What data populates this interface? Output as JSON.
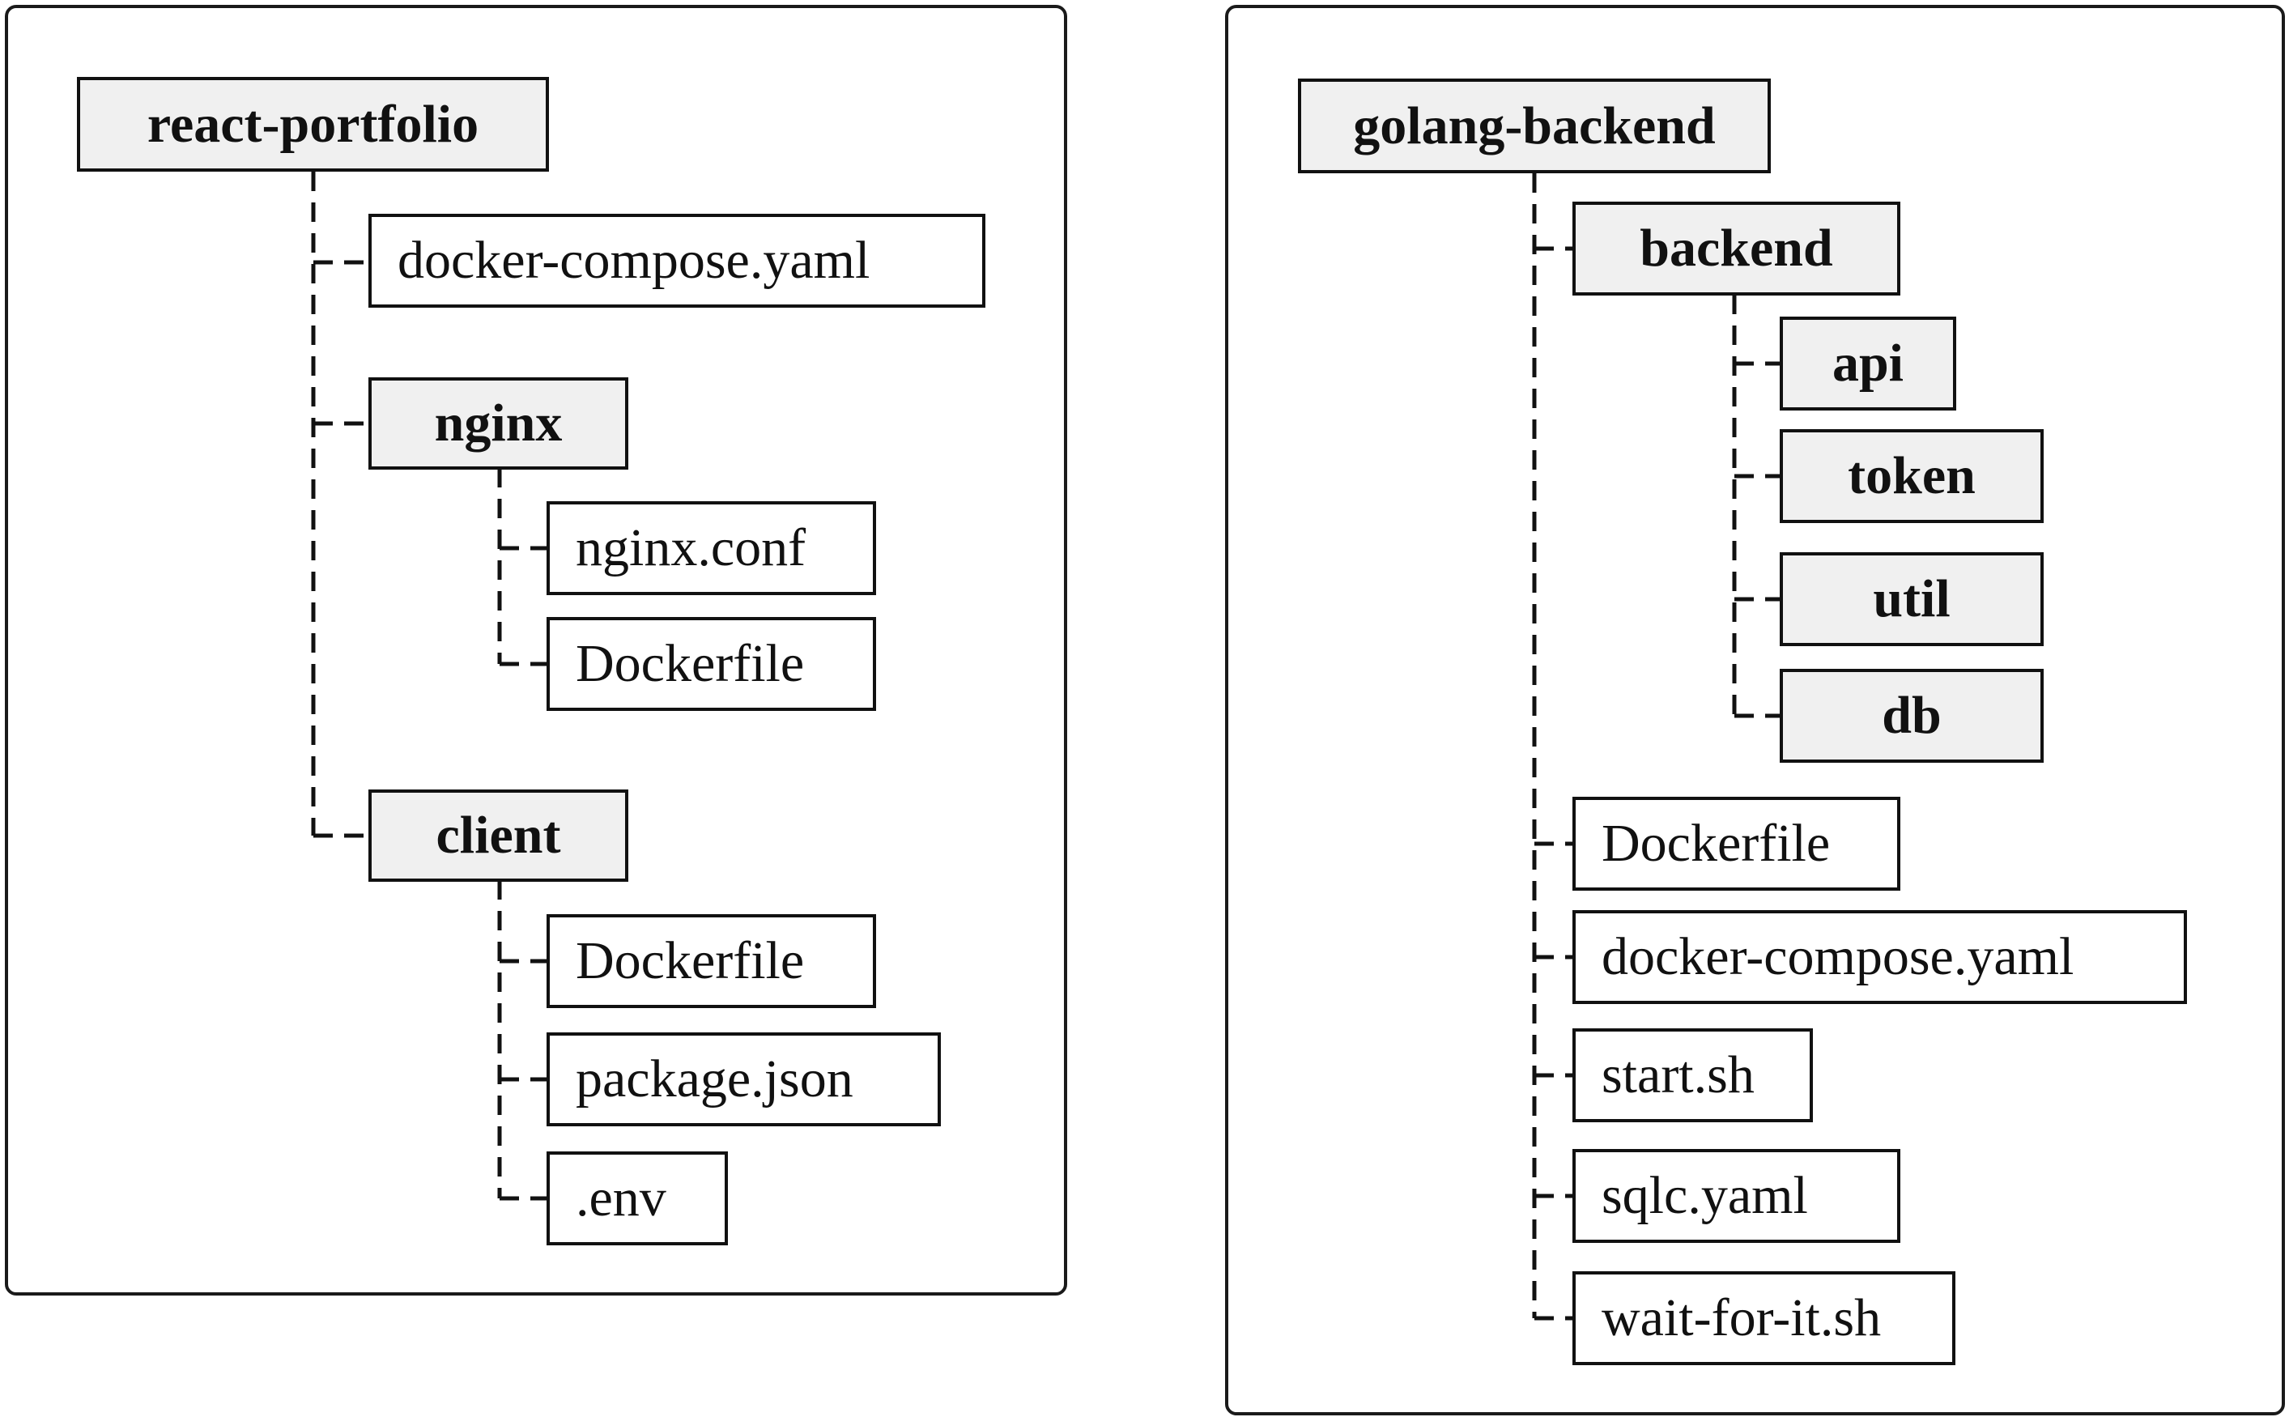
{
  "trees": [
    {
      "root": "react-portfolio",
      "children": [
        {
          "label": "docker-compose.yaml",
          "kind": "file"
        },
        {
          "label": "nginx",
          "kind": "folder",
          "children": [
            {
              "label": "nginx.conf",
              "kind": "file"
            },
            {
              "label": "Dockerfile",
              "kind": "file"
            }
          ]
        },
        {
          "label": "client",
          "kind": "folder",
          "children": [
            {
              "label": "Dockerfile",
              "kind": "file"
            },
            {
              "label": "package.json",
              "kind": "file"
            },
            {
              "label": ".env",
              "kind": "file"
            }
          ]
        }
      ]
    },
    {
      "root": "golang-backend",
      "children": [
        {
          "label": "backend",
          "kind": "folder",
          "children": [
            {
              "label": "api",
              "kind": "folder"
            },
            {
              "label": "token",
              "kind": "folder"
            },
            {
              "label": "util",
              "kind": "folder"
            },
            {
              "label": "db",
              "kind": "folder"
            }
          ]
        },
        {
          "label": "Dockerfile",
          "kind": "file"
        },
        {
          "label": "docker-compose.yaml",
          "kind": "file"
        },
        {
          "label": "start.sh",
          "kind": "file"
        },
        {
          "label": "sqlc.yaml",
          "kind": "file"
        },
        {
          "label": "wait-for-it.sh",
          "kind": "file"
        }
      ]
    }
  ],
  "colors": {
    "folder_fill": "#f0f0f0",
    "file_fill": "#ffffff",
    "stroke": "#111111"
  }
}
